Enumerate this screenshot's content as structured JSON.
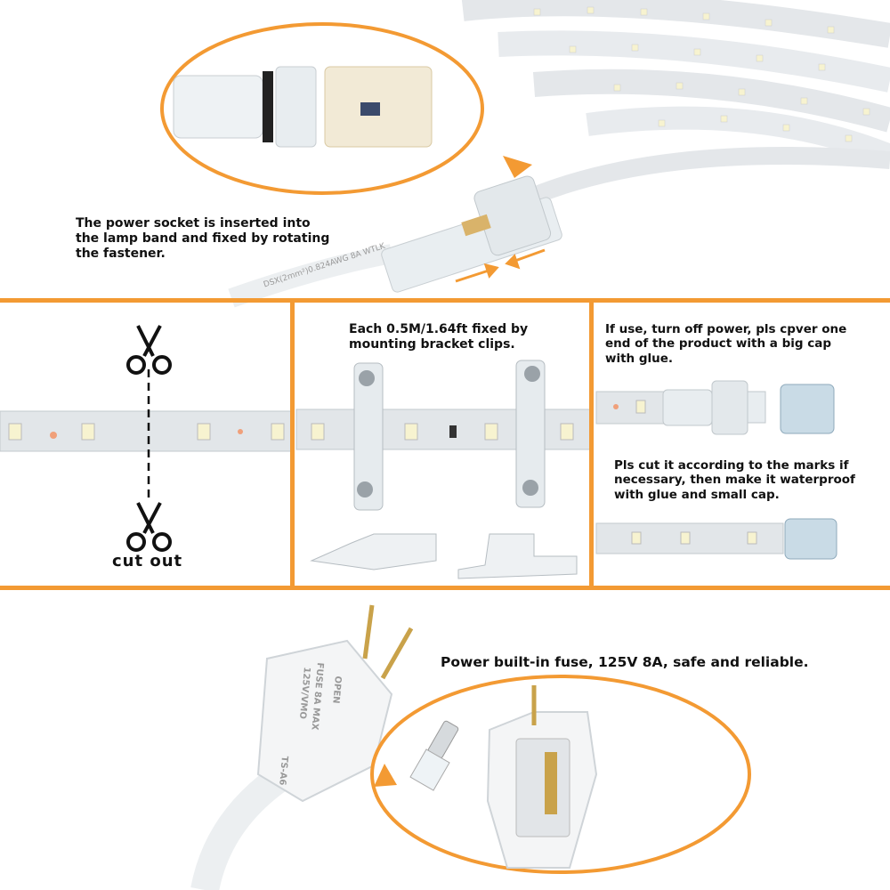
{
  "colors": {
    "accent": "#f39a33",
    "text": "#111111",
    "strip": "#dfe3e6",
    "led": "#f5f0c8"
  },
  "top_section": {
    "caption_lines": [
      "The power socket is inserted into",
      "the lamp band and fixed by rotating",
      "the fastener."
    ],
    "cable_print": "DSX(2mm²)0.824AWG 8A WTLK"
  },
  "cut_panel": {
    "label": "cut out",
    "icon": "scissors-icon"
  },
  "clips_panel": {
    "caption_lines": [
      "Each 0.5M/1.64ft fixed by",
      "mounting bracket clips."
    ]
  },
  "cap_panel": {
    "caption_top_lines": [
      "If use, turn off power, pls cpver one",
      "end of the product with a big cap",
      "with glue."
    ],
    "caption_bottom_lines": [
      "Pls cut it according to the marks if",
      "necessary, then make it waterproof",
      "with glue and small cap."
    ]
  },
  "fuse_section": {
    "caption": "Power built-in fuse, 125V 8A, safe and reliable.",
    "plug_print": [
      "OPEN",
      "FUSE 8A MAX",
      "125V/VMO"
    ],
    "plug_model": "TS-A6"
  }
}
